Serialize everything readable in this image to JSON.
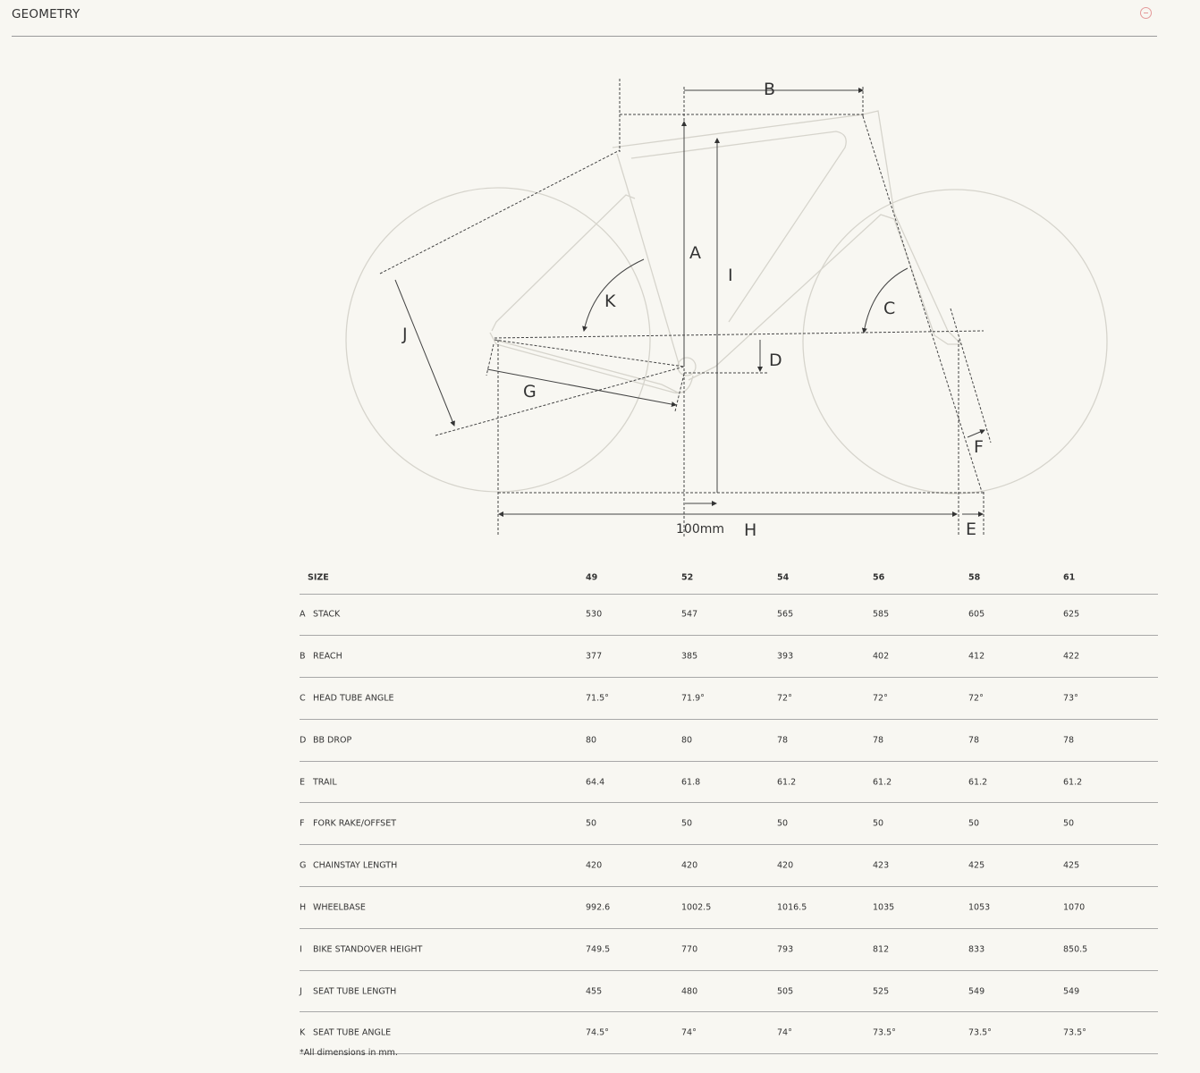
{
  "header": {
    "title": "GEOMETRY",
    "toggle_icon": "collapse-minus-icon",
    "accent": "#e49a9a"
  },
  "diagram": {
    "labels": {
      "A": "A",
      "B": "B",
      "C": "C",
      "D": "D",
      "E": "E",
      "F": "F",
      "G": "G",
      "H": "H",
      "I": "I",
      "J": "J",
      "K": "K"
    },
    "offset_label": "100mm"
  },
  "table": {
    "size_label": "SIZE",
    "sizes": [
      "49",
      "52",
      "54",
      "56",
      "58",
      "61"
    ],
    "rows": [
      {
        "letter": "A",
        "label": "STACK",
        "values": [
          "530",
          "547",
          "565",
          "585",
          "605",
          "625"
        ]
      },
      {
        "letter": "B",
        "label": "REACH",
        "values": [
          "377",
          "385",
          "393",
          "402",
          "412",
          "422"
        ]
      },
      {
        "letter": "C",
        "label": "HEAD TUBE ANGLE",
        "values": [
          "71.5°",
          "71.9°",
          "72°",
          "72°",
          "72°",
          "73°"
        ]
      },
      {
        "letter": "D",
        "label": "BB DROP",
        "values": [
          "80",
          "80",
          "78",
          "78",
          "78",
          "78"
        ]
      },
      {
        "letter": "E",
        "label": "TRAIL",
        "values": [
          "64.4",
          "61.8",
          "61.2",
          "61.2",
          "61.2",
          "61.2"
        ]
      },
      {
        "letter": "F",
        "label": "FORK RAKE/OFFSET",
        "values": [
          "50",
          "50",
          "50",
          "50",
          "50",
          "50"
        ]
      },
      {
        "letter": "G",
        "label": "CHAINSTAY LENGTH",
        "values": [
          "420",
          "420",
          "420",
          "423",
          "425",
          "425"
        ]
      },
      {
        "letter": "H",
        "label": "WHEELBASE",
        "values": [
          "992.6",
          "1002.5",
          "1016.5",
          "1035",
          "1053",
          "1070"
        ]
      },
      {
        "letter": "I",
        "label": "BIKE STANDOVER HEIGHT",
        "values": [
          "749.5",
          "770",
          "793",
          "812",
          "833",
          "850.5"
        ]
      },
      {
        "letter": "J",
        "label": "SEAT TUBE LENGTH",
        "values": [
          "455",
          "480",
          "505",
          "525",
          "549",
          "549"
        ]
      },
      {
        "letter": "K",
        "label": "SEAT TUBE ANGLE",
        "values": [
          "74.5°",
          "74°",
          "74°",
          "73.5°",
          "73.5°",
          "73.5°"
        ]
      }
    ],
    "footnote": "*All dimensions in mm."
  }
}
